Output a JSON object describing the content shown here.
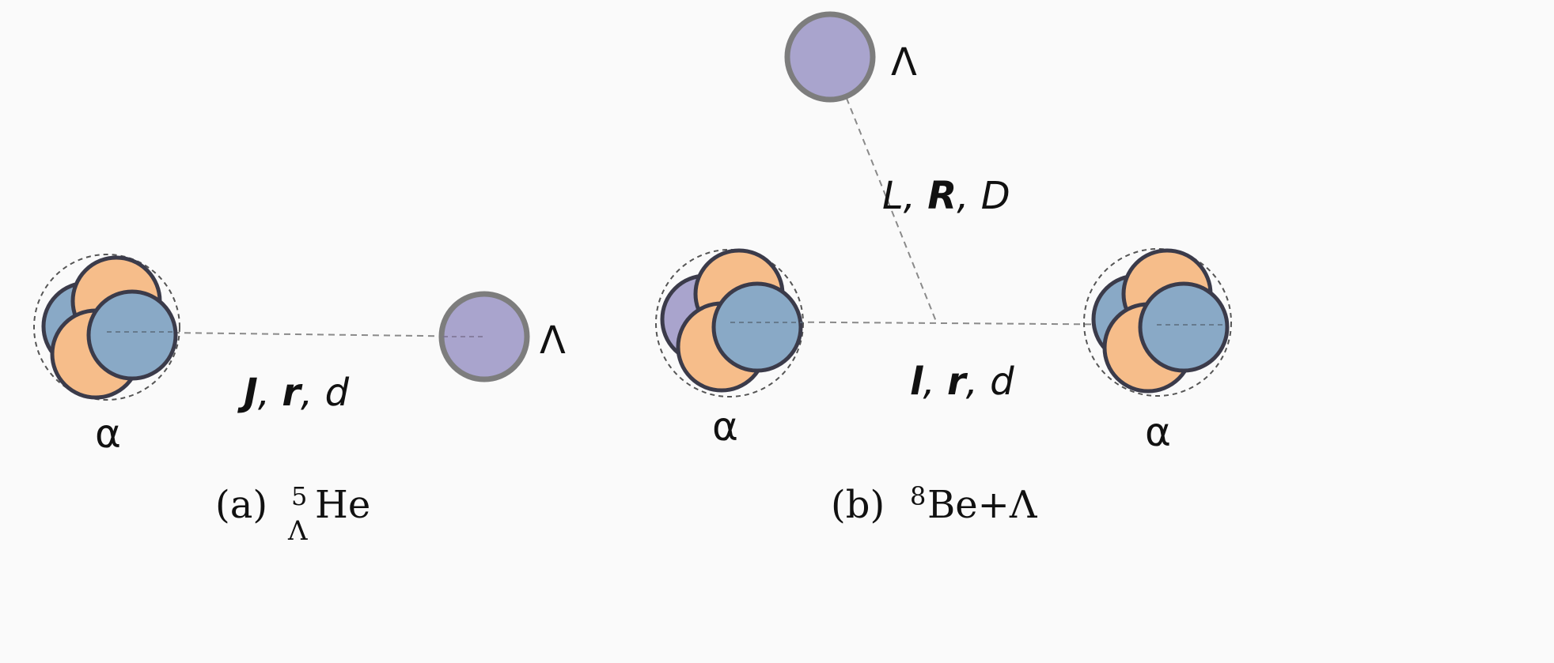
{
  "panel_a": {
    "alpha_label": "α",
    "lambda_label": "Λ",
    "coord_label": {
      "part1": "J",
      "part2": "r",
      "part3": "d"
    },
    "caption": {
      "prefix": "(a)",
      "mass_number": "5",
      "subscript": "Λ",
      "element": "He"
    }
  },
  "panel_b": {
    "alpha_left_label": "α",
    "alpha_right_label": "α",
    "lambda_label": "Λ",
    "coord_alpha_alpha": {
      "part1": "l",
      "part2": "r",
      "part3": "d"
    },
    "coord_lambda": {
      "part1": "L",
      "part2": "R",
      "part3": "D"
    },
    "caption": {
      "prefix": "(b)",
      "mass_number": "8",
      "element": "Be+Λ"
    }
  },
  "colors": {
    "background": "#fafafa",
    "proton_blue": "#89a9c6",
    "neutron_orange": "#f6bd8a",
    "lambda_purple": "#a9a4cd",
    "lambda_border": "#7d7d7d",
    "nucleon_border": "#3b3b4a",
    "dashed_line": "#8a8a8a"
  }
}
